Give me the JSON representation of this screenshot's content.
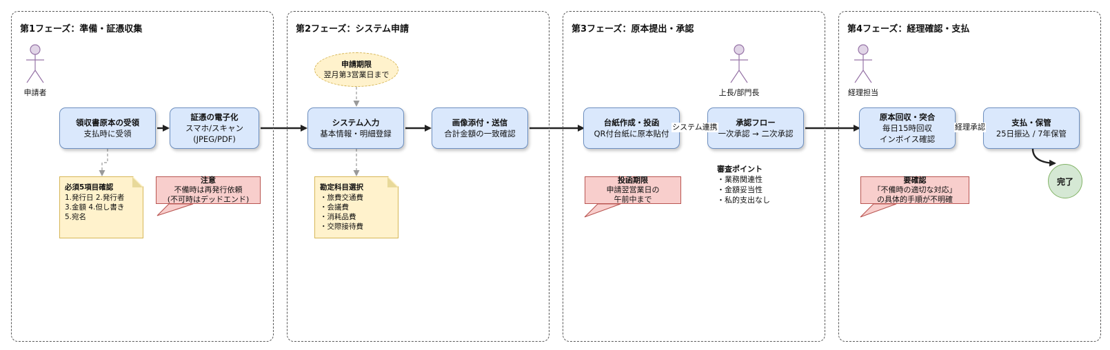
{
  "phases": [
    {
      "title": "第1フェーズ：準備・証憑収集"
    },
    {
      "title": "第2フェーズ：システム申請"
    },
    {
      "title": "第3フェーズ：原本提出・承認"
    },
    {
      "title": "第4フェーズ：経理確認・支払"
    }
  ],
  "actors": {
    "applicant": "申請者",
    "manager": "上長/部門長",
    "accounting": "経理担当"
  },
  "steps": {
    "receipt": {
      "title": "領収書原本の受領",
      "sub": "支払時に受領"
    },
    "digitize": {
      "title": "証憑の電子化",
      "sub1": "スマホ/スキャン",
      "sub2": "(JPEG/PDF)"
    },
    "system_input": {
      "title": "システム入力",
      "sub": "基本情報・明細登録"
    },
    "attach_send": {
      "title": "画像添付・送信",
      "sub": "合計金額の一致確認"
    },
    "ledger": {
      "title": "台紙作成・投函",
      "sub": "QR付台紙に原本貼付"
    },
    "approval": {
      "title": "承認フロー",
      "sub": "一次承認 → 二次承認"
    },
    "collect": {
      "title": "原本回収・突合",
      "sub1": "毎日15時回収",
      "sub2": "インボイス確認"
    },
    "payment": {
      "title": "支払・保管",
      "sub": "25日振込 / 7年保管"
    }
  },
  "notes": {
    "required_items": {
      "title": "必須5項目確認",
      "lines": [
        "1.発行日 2.発行者",
        "3.金額 4.但し書き",
        "5.宛名"
      ]
    },
    "account_items": {
      "title": "勘定科目選択",
      "lines": [
        "・旅費交通費",
        "・会議費",
        "・消耗品費",
        "・交際接待費"
      ]
    }
  },
  "callouts": {
    "caution": {
      "title": "注意",
      "line1": "不備時は再発行依頼",
      "line2": "(不可時はデッドエンド)"
    },
    "deadline": {
      "title": "投函期限",
      "line1": "申請翌営業日の",
      "line2": "午前中まで"
    },
    "to_confirm": {
      "title": "要確認",
      "line1": "「不備時の適切な対応」",
      "line2": "の具体的手順が不明確"
    }
  },
  "application_deadline": {
    "title": "申請期限",
    "sub": "翌月第3営業日まで"
  },
  "review_points": {
    "title": "審査ポイント",
    "lines": [
      "・業務関連性",
      "・金額妥当性",
      "・私的支出なし"
    ]
  },
  "edge_labels": {
    "system_link": "システム連携",
    "accounting_approval": "経理承認"
  },
  "end_label": "完了",
  "colors": {
    "process_fill": "#dae8fc",
    "process_stroke": "#6c8ebf",
    "note_fill": "#fff2cc",
    "note_stroke": "#d6b656",
    "warn_fill": "#f8cecc",
    "warn_stroke": "#b85450",
    "end_fill": "#d5e8d4",
    "end_stroke": "#82b366",
    "actor_fill": "#e1d5e7",
    "actor_stroke": "#9673a6"
  }
}
